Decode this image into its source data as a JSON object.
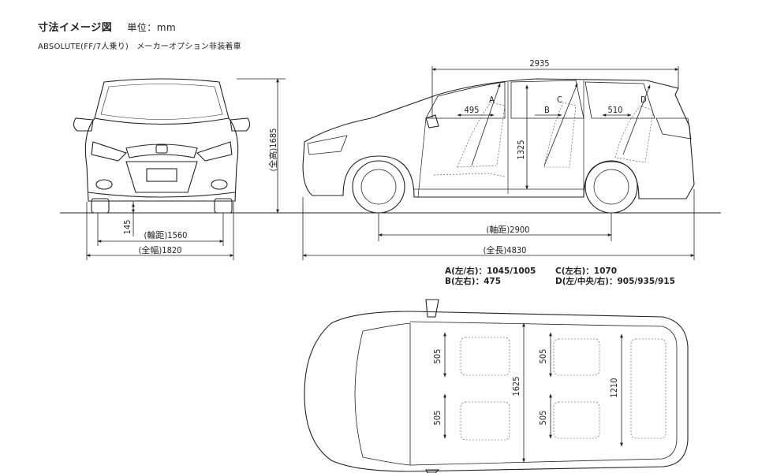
{
  "header": {
    "title": "寸法イメージ図",
    "unit": "単位：mm",
    "subtitle": "ABSOLUTE(FF/7人乗り)　メーカーオプション非装着車"
  },
  "front_view": {
    "height": "(全高)1685",
    "ground_clearance": "145",
    "tread": "(輪距)1560",
    "width": "(全幅)1820"
  },
  "side_view": {
    "cabin_length": "2935",
    "dim_495": "495",
    "dim_510": "510",
    "dim_1325": "1325",
    "label_a": "A",
    "label_b": "B",
    "label_c": "C",
    "label_d": "D",
    "wheelbase": "(軸距)2900",
    "length": "(全長)4830"
  },
  "legend": {
    "a": "A(左/右)：1045/1005",
    "b": "B(左右)：475",
    "c": "C(左右)：1070",
    "d": "D(左/中央/右)：905/935/915"
  },
  "top_view": {
    "dim_505_1": "505",
    "dim_505_2": "505",
    "dim_505_3": "505",
    "dim_505_4": "505",
    "dim_1625": "1625",
    "dim_1210": "1210"
  }
}
